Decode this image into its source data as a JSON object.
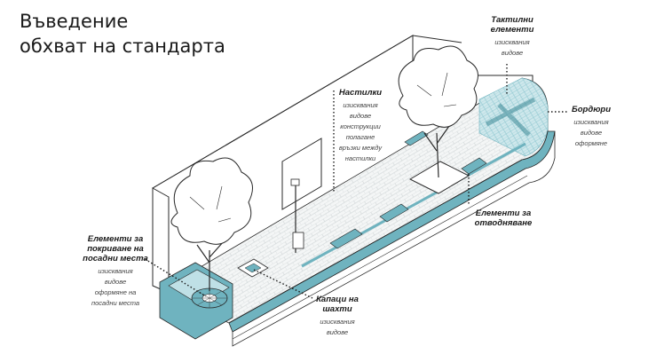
{
  "slide": {
    "title_line1": "Въведение",
    "title_line2": "обхват на стандарта"
  },
  "labels": {
    "tactile": {
      "title_line1": "Тактилни",
      "title_line2": "елементи",
      "items": [
        "изисквания",
        "видове"
      ]
    },
    "pavements": {
      "title": "Настилки",
      "items": [
        "изисквания",
        "видове",
        "конструкции",
        "полагане",
        "връзки между",
        "настилки"
      ]
    },
    "curbs": {
      "title": "Бордюри",
      "items": [
        "изисквания",
        "видове",
        "оформяне"
      ]
    },
    "drainage": {
      "title_line1": "Елементи за",
      "title_line2": "отводняване"
    },
    "tree_covers": {
      "title_line1": "Елементи за",
      "title_line2": "покриване на",
      "title_line3": "посадни места",
      "items": [
        "изисквания",
        "видове",
        "оформяне на",
        "посадни места"
      ]
    },
    "manholes": {
      "title_line1": "Капаци на",
      "title_line2": "шахти",
      "items": [
        "изисквания",
        "видове"
      ]
    }
  },
  "colors": {
    "teal": "#6fb3bf",
    "teal_dark": "#3d8a97",
    "teal_light": "#bfe0e6",
    "line": "#2a2a2a",
    "paving": "#f4f6f6"
  }
}
